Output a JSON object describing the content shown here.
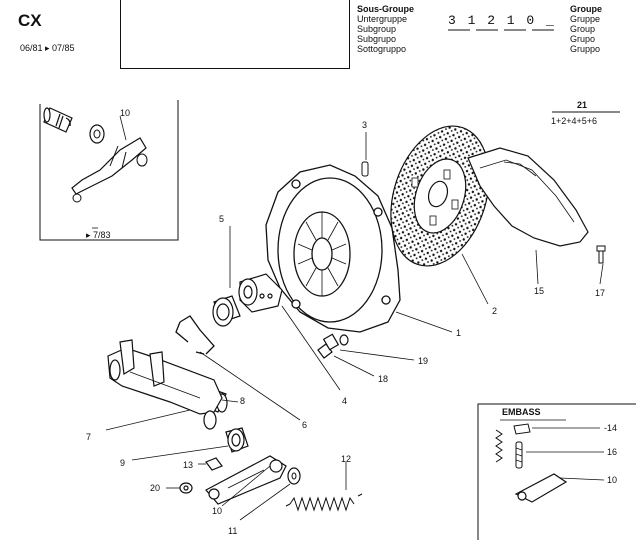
{
  "header": {
    "model": "CX",
    "dates": "06/81 ▸ 07/85",
    "subgroup_labels": [
      "Sous-Groupe",
      "Untergruppe",
      "Subgroup",
      "Subgrupo",
      "Sottogruppo"
    ],
    "group_labels": [
      "Groupe",
      "Gruppe",
      "Group",
      "Grupo",
      "Gruppo"
    ],
    "group_number": "3 1 2 1 0 _"
  },
  "diagram": {
    "inset_version_label": "▸ 7/83",
    "fraction_numerator": "21",
    "fraction_denominator": "1+2+4+5+6",
    "embass_title": "EMBASS",
    "part_labels": {
      "p1": "1",
      "p2": "2",
      "p3": "3",
      "p4": "4",
      "p5": "5",
      "p6": "6",
      "p7": "7",
      "p8": "8",
      "p9": "9",
      "p10_inset": "10",
      "p10_main": "10",
      "p11": "11",
      "p12": "12",
      "p13": "13",
      "p15": "15",
      "p17": "17",
      "p18": "18",
      "p19": "19",
      "p20": "20",
      "embass_14": "-14",
      "embass_16": "16",
      "embass_10": "10"
    }
  }
}
